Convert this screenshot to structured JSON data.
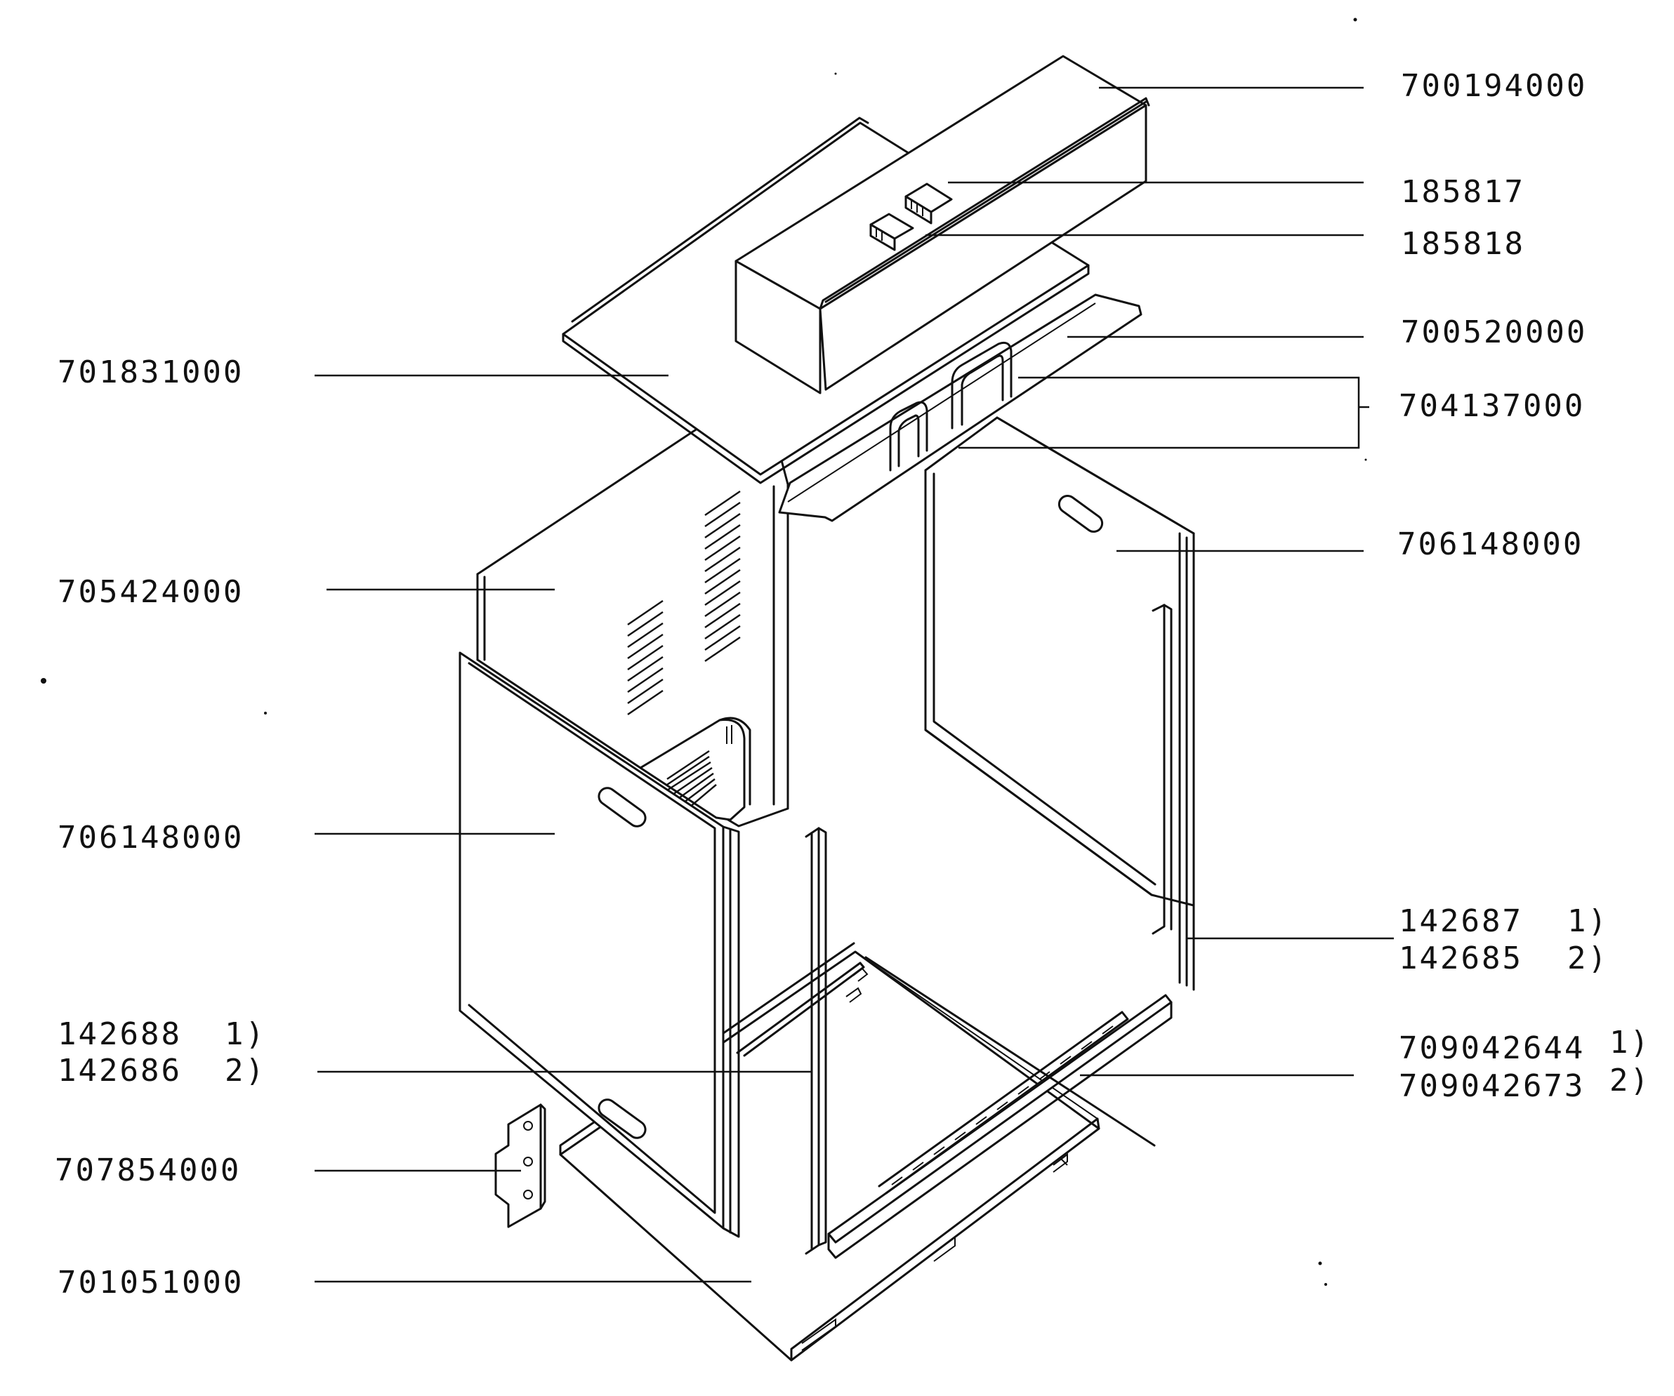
{
  "diagram": {
    "labels": [
      {
        "id": "top-cover",
        "text": "700194000"
      },
      {
        "id": "terminal-a",
        "text": "185817"
      },
      {
        "id": "terminal-b",
        "text": "185818"
      },
      {
        "id": "top-plate",
        "text": "700520000"
      },
      {
        "id": "top-panel-left",
        "text": "701831000"
      },
      {
        "id": "handles",
        "text": "704137000"
      },
      {
        "id": "right-side-panel",
        "text": "706148000"
      },
      {
        "id": "back-panel",
        "text": "705424000"
      },
      {
        "id": "left-side-panel",
        "text": "706148000"
      },
      {
        "id": "right-rail-1",
        "text": "142687",
        "note": "1)"
      },
      {
        "id": "right-rail-2",
        "text": "142685",
        "note": "2)"
      },
      {
        "id": "left-rail-1",
        "text": "142688",
        "note": "1)"
      },
      {
        "id": "left-rail-2",
        "text": "142686",
        "note": "2)"
      },
      {
        "id": "bottom-rail-1",
        "text": "709042644",
        "note": "1)"
      },
      {
        "id": "bottom-rail-2",
        "text": "709042673",
        "note": "2)"
      },
      {
        "id": "bracket",
        "text": "707854000"
      },
      {
        "id": "base-plate",
        "text": "701051000"
      }
    ]
  }
}
